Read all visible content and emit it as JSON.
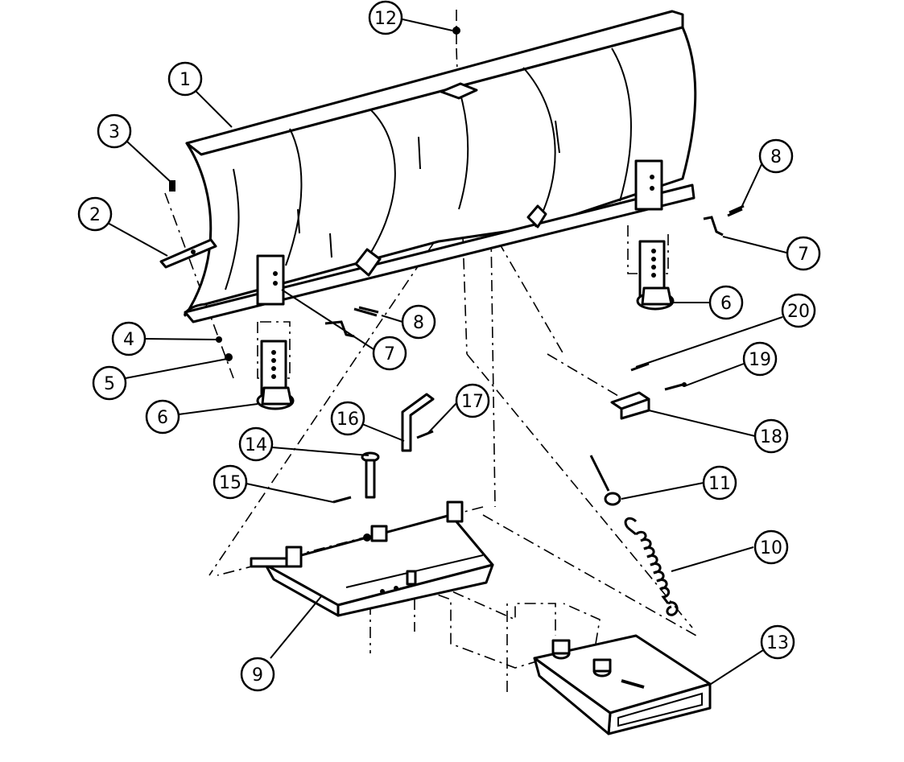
{
  "diagram": {
    "callouts": [
      "1",
      "2",
      "3",
      "4",
      "5",
      "6",
      "6",
      "7",
      "7",
      "8",
      "8",
      "9",
      "10",
      "11",
      "12",
      "13",
      "14",
      "15",
      "16",
      "17",
      "18",
      "19",
      "20"
    ]
  }
}
